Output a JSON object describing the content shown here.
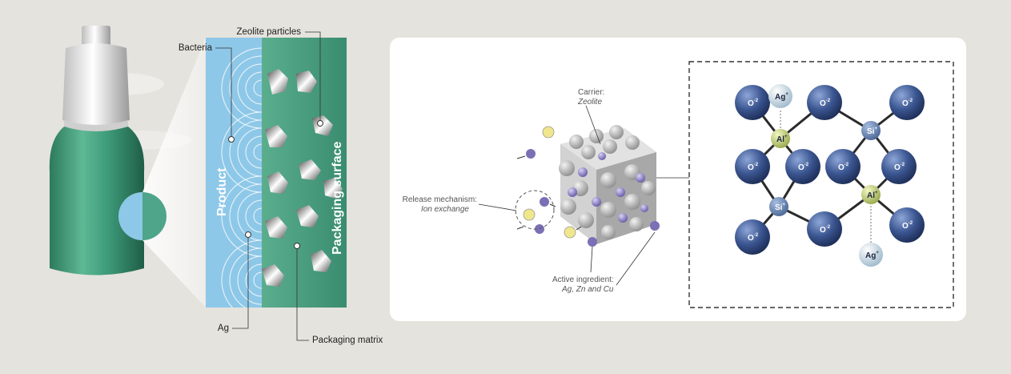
{
  "left_panel": {
    "labels": {
      "zeolite_particles": "Zeolite particles",
      "bacteria": "Bacteria",
      "product": "Product",
      "packaging_surface": "Packaging surface",
      "ag": "Ag",
      "packaging_matrix": "Packaging matrix"
    }
  },
  "right_panel": {
    "carrier_title": "Carrier:",
    "carrier_value": "Zeolite",
    "release_title": "Release mechanism:",
    "release_value": "Ion exchange",
    "active_title": "Active ingredient:",
    "active_value": "Ag, Zn and Cu",
    "atoms": {
      "oxygen": "O",
      "oxygen_charge": "-2",
      "aluminum": "Al",
      "aluminum_charge": "+",
      "silicon": "Si",
      "silicon_charge": "+",
      "silver": "Ag",
      "silver_charge": "+"
    }
  },
  "colors": {
    "background": "#e5e3dd",
    "bottle_green": "#3f9d7c",
    "product_blue": "#8ec8e8",
    "packaging_green": "#4ea58a",
    "oxygen_blue": "#3a5590",
    "aluminum_yellow": "#c9d47a",
    "silver_light": "#c9dbe6",
    "ion_yellow": "#f0e68c",
    "ion_purple": "#7b6fb5"
  }
}
